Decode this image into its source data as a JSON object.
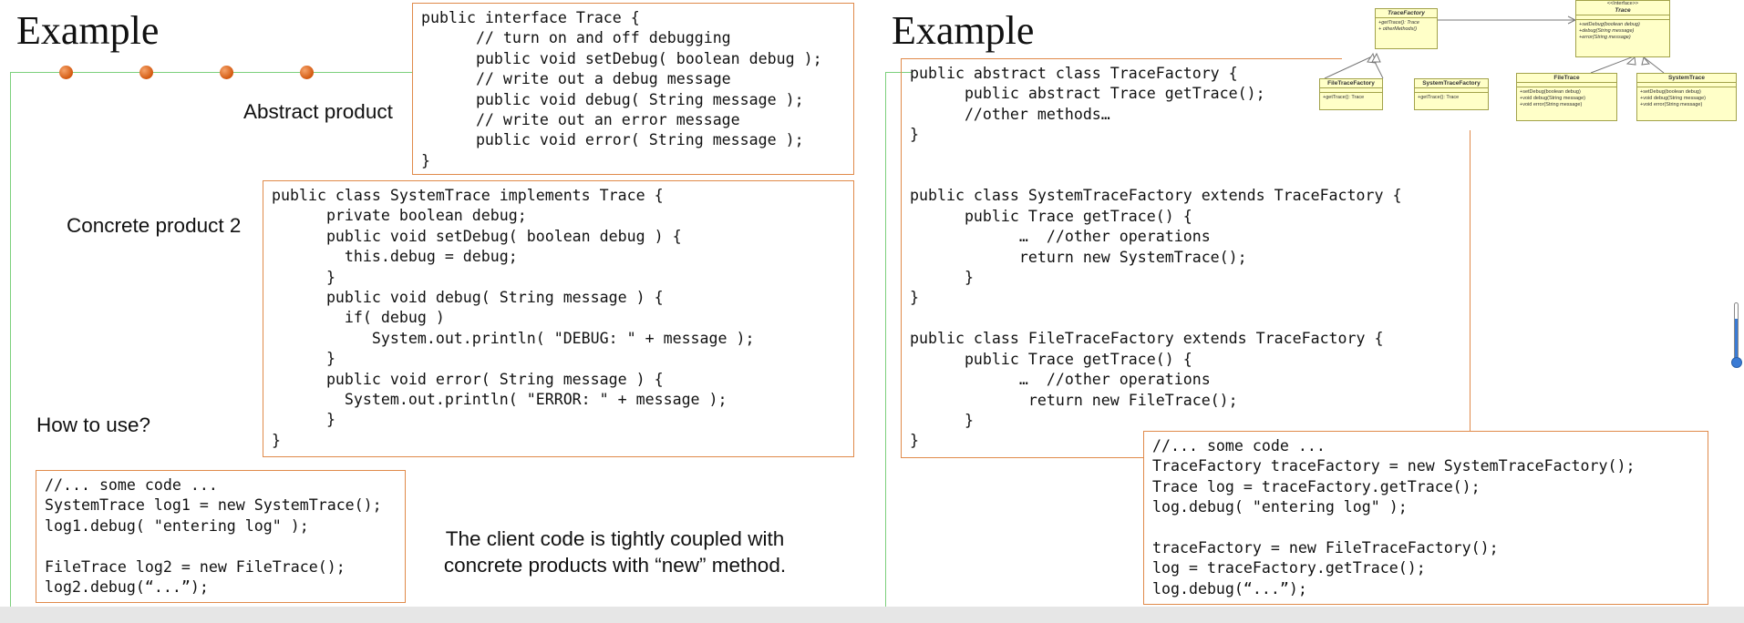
{
  "left_slide": {
    "title": "Example",
    "interface_code": "public interface Trace {\n      // turn on and off debugging\n      public void setDebug( boolean debug );\n      // write out a debug message\n      public void debug( String message );\n      // write out an error message\n      public void error( String message );\n}",
    "abstract_product_label": "Abstract product",
    "concrete_product_label": "Concrete product 2",
    "system_trace_code": "public class SystemTrace implements Trace {\n      private boolean debug;\n      public void setDebug( boolean debug ) {\n        this.debug = debug;\n      }\n      public void debug( String message ) {\n        if( debug )\n           System.out.println( \"DEBUG: \" + message );\n      }\n      public void error( String message ) {\n        System.out.println( \"ERROR: \" + message );\n      }\n}",
    "how_to_use_label": "How to use?",
    "usage_code": "//... some code ...\nSystemTrace log1 = new SystemTrace();\nlog1.debug( \"entering log\" );\n\nFileTrace log2 = new FileTrace();\nlog2.debug(“...”);",
    "coupling_note": "The client code is tightly coupled with\nconcrete products with “new” method."
  },
  "right_slide": {
    "title": "Example",
    "factory_code": "public abstract class TraceFactory {\n      public abstract Trace getTrace();\n      //other methods…\n}\n\n\npublic class SystemTraceFactory extends TraceFactory {\n      public Trace getTrace() {\n            …  //other operations\n            return new SystemTrace();\n      }\n}\n\npublic class FileTraceFactory extends TraceFactory {\n      public Trace getTrace() {\n            …  //other operations\n             return new FileTrace();\n      }\n}",
    "client_code": "//... some code ...\nTraceFactory traceFactory = new SystemTraceFactory();\nTrace log = traceFactory.getTrace();\nlog.debug( \"entering log\" );\n\ntraceFactory = new FileTraceFactory();\nlog = traceFactory.getTrace();\nlog.debug(“...”);",
    "uml": {
      "trace_factory": {
        "name": "TraceFactory",
        "ops": "+getTrace(): Trace\n+ otherMethods()"
      },
      "trace": {
        "stereotype": "<<Interface>>",
        "name": "Trace",
        "ops": "+setDebug(boolean debug)\n+debug(String message)\n+error(String message)"
      },
      "file_trace_factory": {
        "name": "FileTraceFactory",
        "ops": "+getTrace(): Trace"
      },
      "system_trace_factory": {
        "name": "SystemTraceFactory",
        "ops": "+getTrace(): Trace"
      },
      "file_trace": {
        "name": "FileTrace",
        "ops": "+setDebug(boolean debug)\n+void debug(String message)\n+void error(String message)"
      },
      "system_trace": {
        "name": "SystemTrace",
        "ops": "+setDebug(boolean debug)\n+void debug(String message)\n+void error(String message)"
      }
    }
  }
}
